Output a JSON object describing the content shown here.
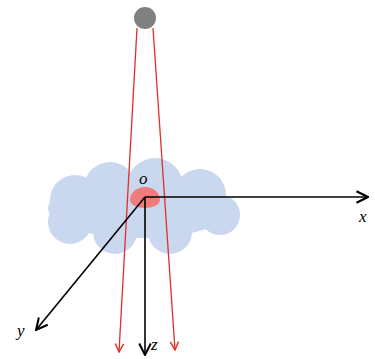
{
  "diagram": {
    "labels": [
      "o",
      "x",
      "y",
      "z"
    ]
  }
}
